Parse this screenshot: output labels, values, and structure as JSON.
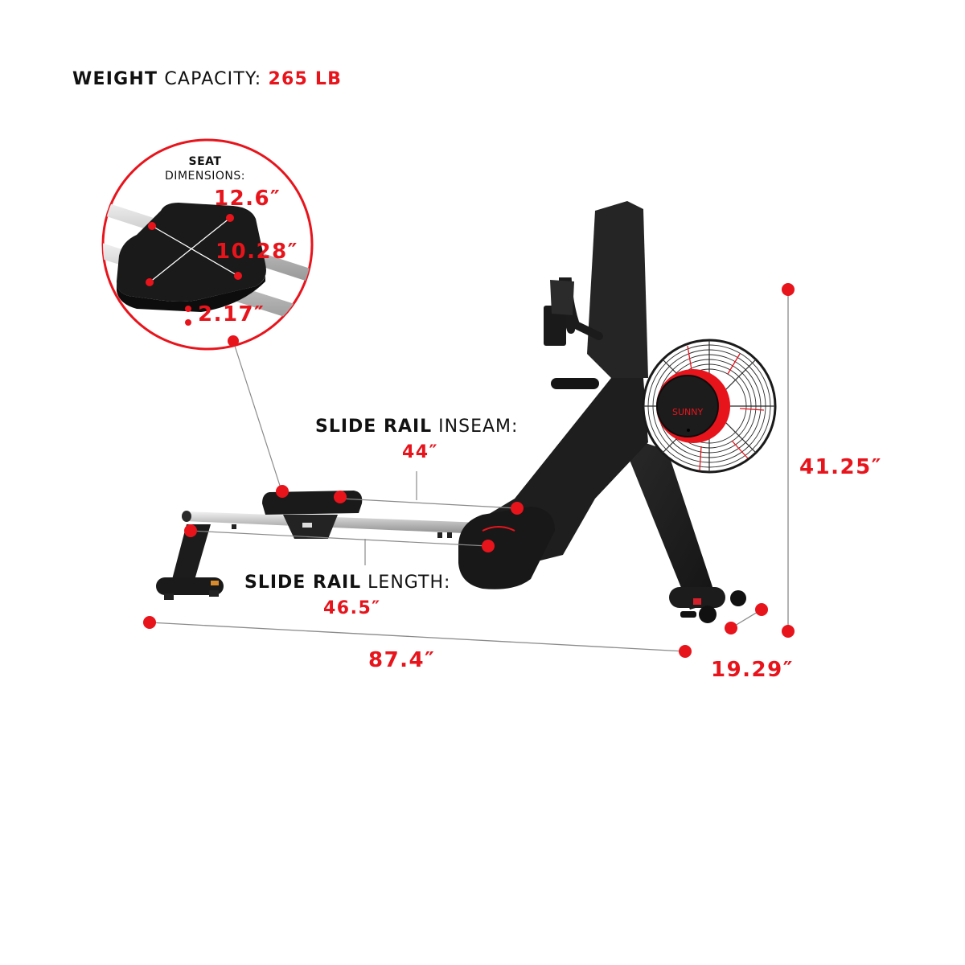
{
  "header": {
    "weight_label_bold": "WEIGHT",
    "weight_label_light": "CAPACITY:",
    "weight_value": "265 LB"
  },
  "seat_callout": {
    "heading_bold": "SEAT",
    "heading_light": "DIMENSIONS:",
    "length": "12.6″",
    "width": "10.28″",
    "height": "2.17″"
  },
  "inseam": {
    "label_bold": "SLIDE RAIL",
    "label_light": "INSEAM:",
    "value": "44″"
  },
  "rail_length": {
    "label_bold": "SLIDE RAIL",
    "label_light": "LENGTH:",
    "value": "46.5″"
  },
  "overall": {
    "length": "87.4″",
    "width": "19.29″",
    "height": "41.25″"
  },
  "brand": {
    "logo_text": "SUNNY"
  },
  "colors": {
    "accent": "#e8141c",
    "machine": "#1f1f1f",
    "rail": "#c8c8c8",
    "line": "#8a8a8a"
  }
}
